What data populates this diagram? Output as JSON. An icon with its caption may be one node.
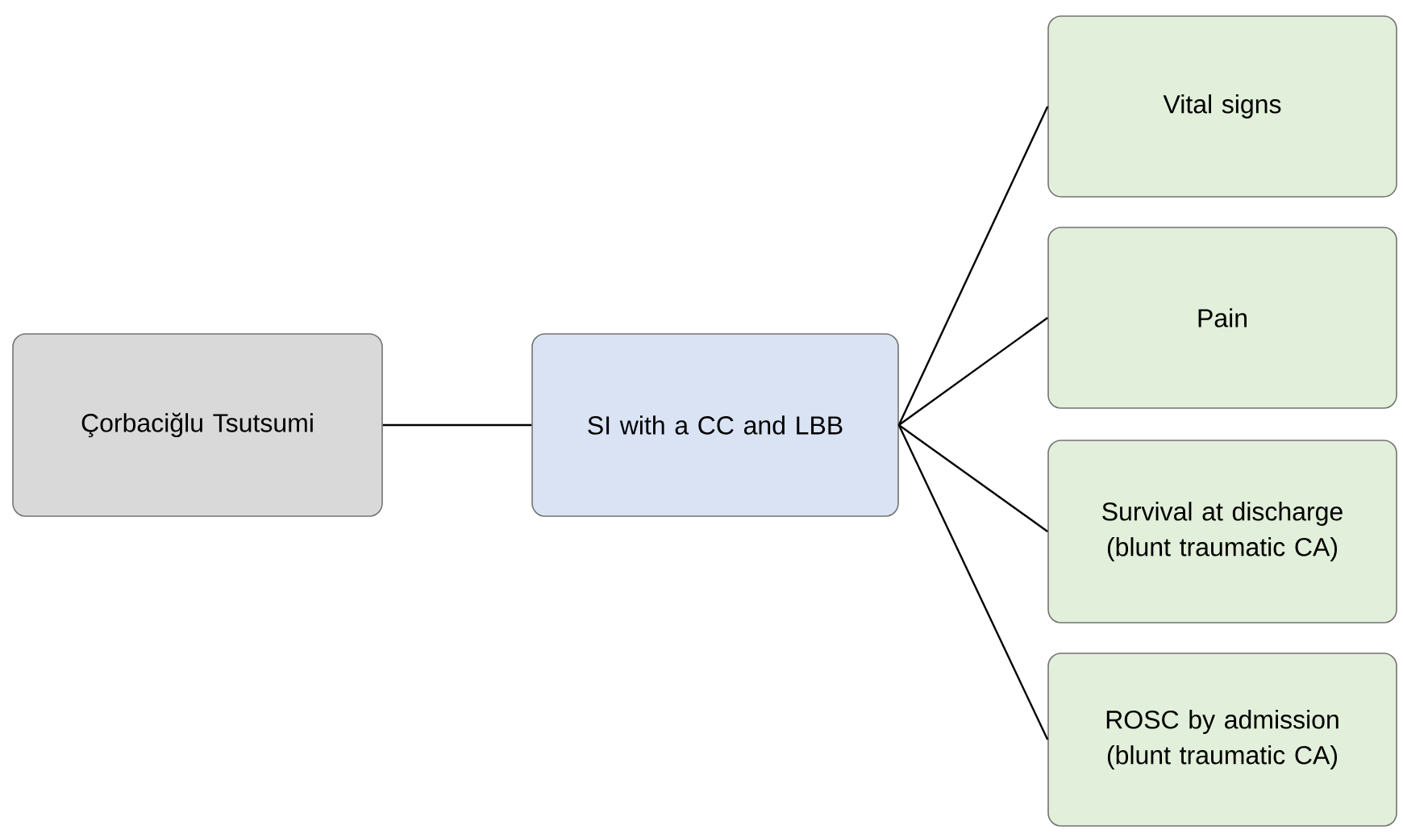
{
  "diagram": {
    "nodes": [
      {
        "text": [
          "Çorbaciğlu Tsutsumi"
        ]
      },
      {
        "text": [
          "SI with a CC and LBB"
        ]
      },
      {
        "text": [
          "Vital signs"
        ]
      },
      {
        "text": [
          "Pain"
        ]
      },
      {
        "text": [
          "Survival at discharge (blunt traumatic CA)"
        ]
      },
      {
        "text": [
          "ROSC by admission (blunt traumatic CA)"
        ]
      }
    ],
    "edges": [
      {
        "from": 0,
        "to": 1,
        "arrow": "none"
      },
      {
        "from": 1,
        "to": 2,
        "arrow": "none"
      },
      {
        "from": 1,
        "to": 3,
        "arrow": "none"
      },
      {
        "from": 1,
        "to": 4,
        "arrow": "none"
      },
      {
        "from": 1,
        "to": 5,
        "arrow": "none"
      }
    ]
  }
}
